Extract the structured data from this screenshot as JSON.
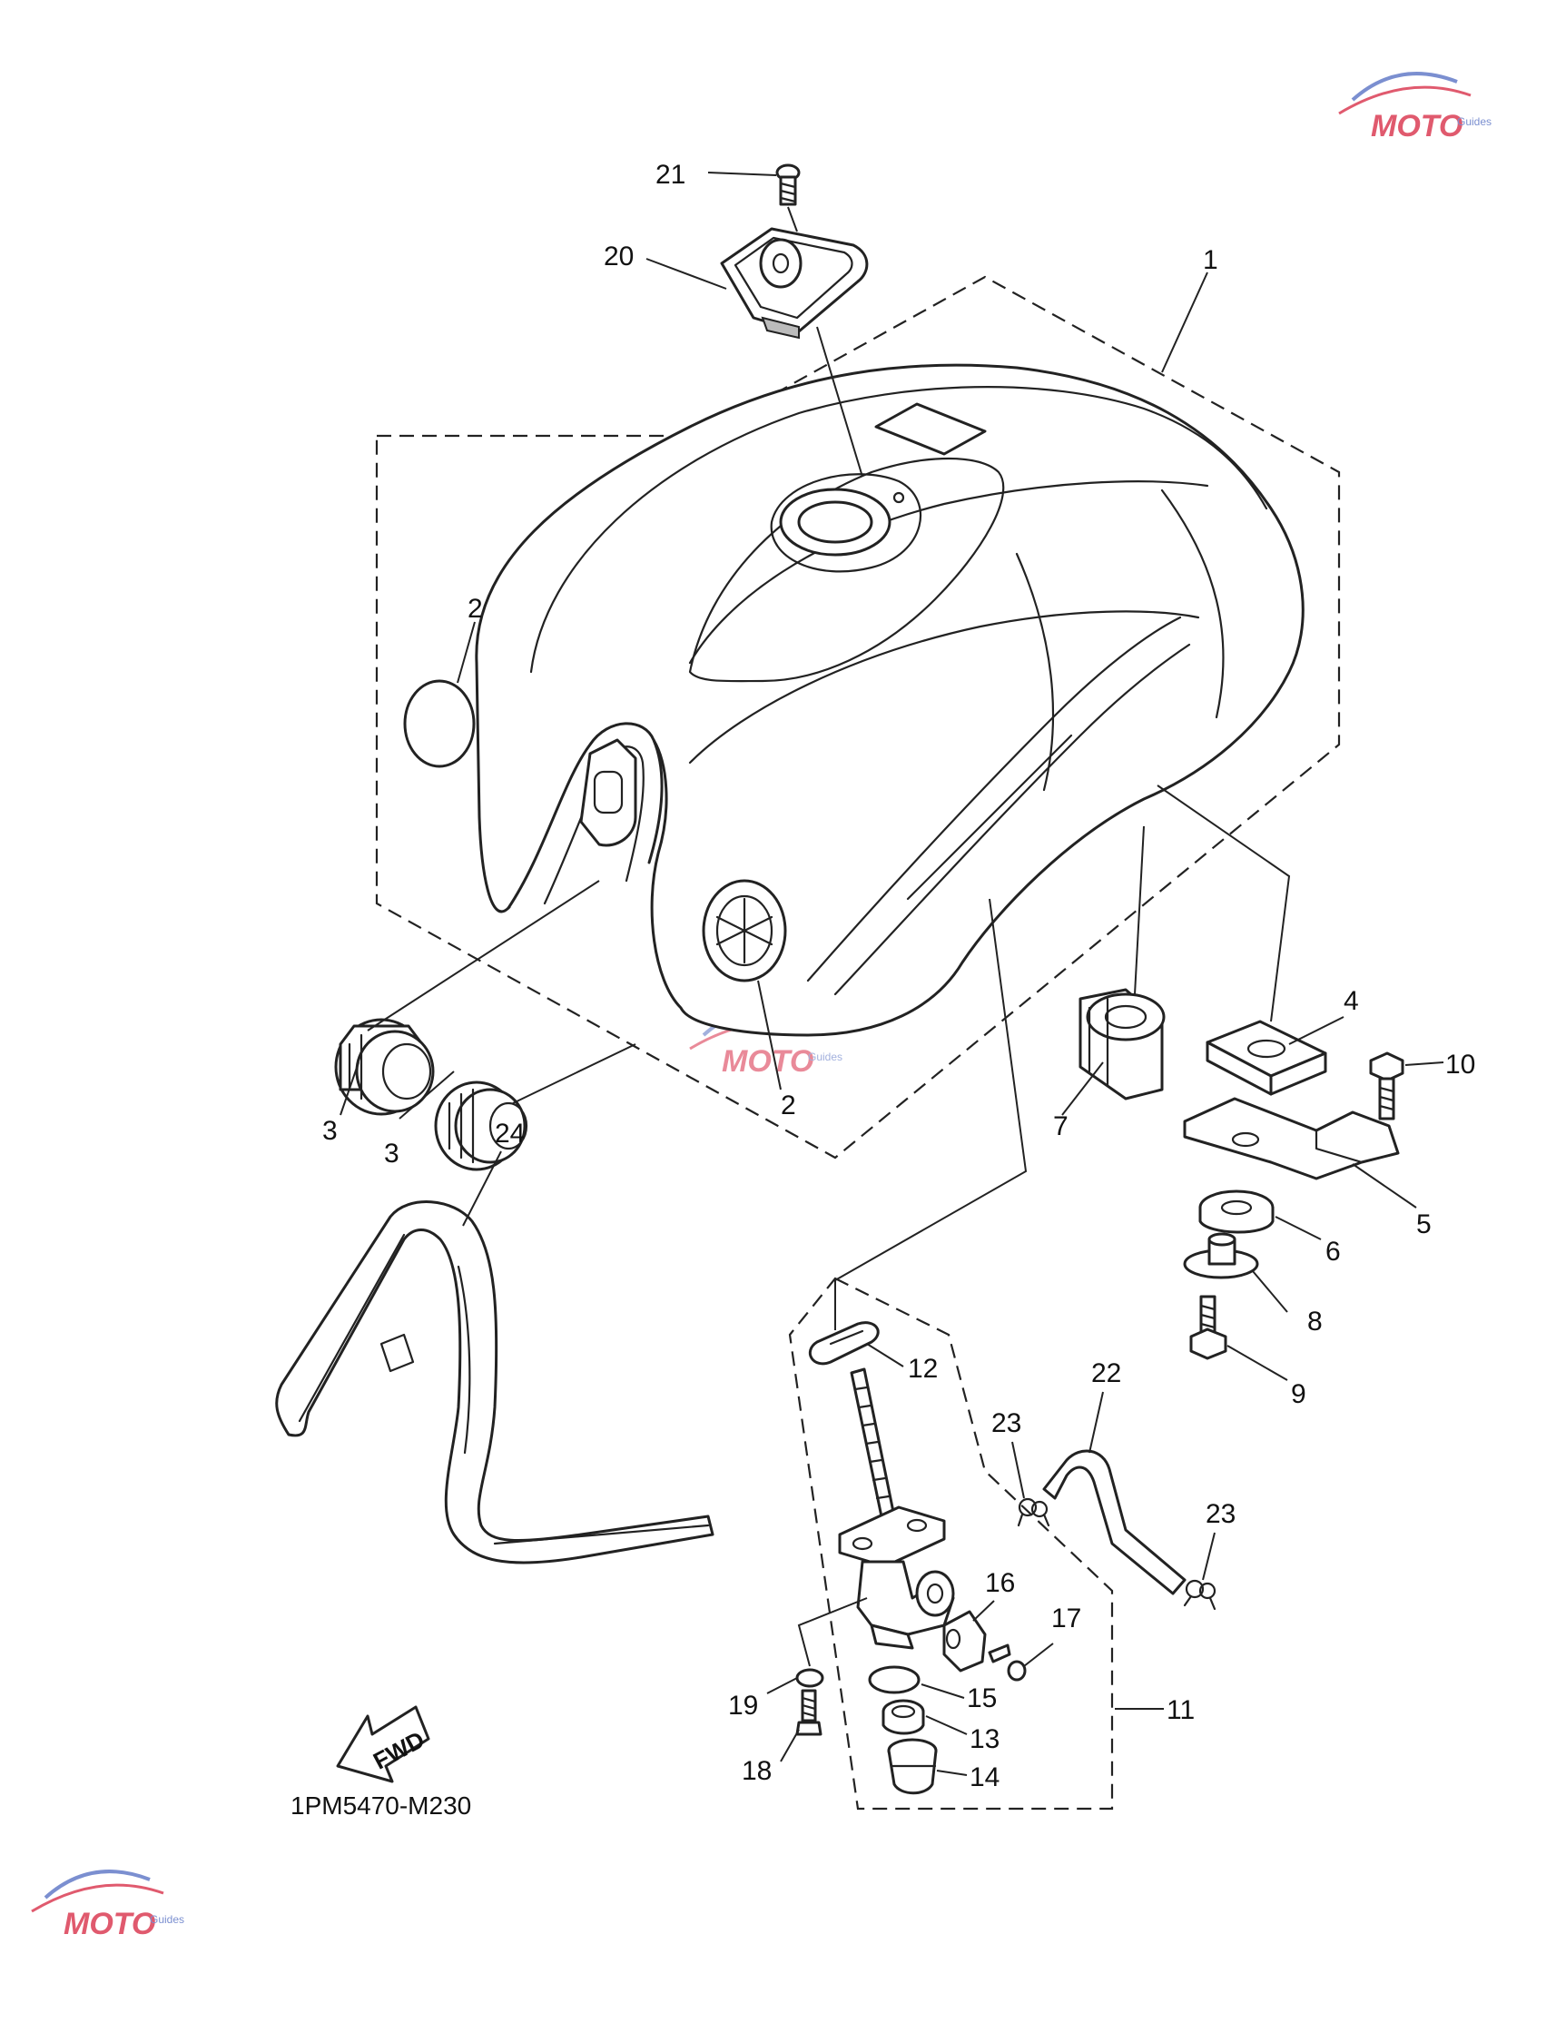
{
  "diagram_code": "1PM5470-M230",
  "fwd_label": "FWD",
  "watermark": {
    "brand": "MOTO",
    "sub": "Guides"
  },
  "callouts": [
    {
      "id": "c21",
      "text": "21"
    },
    {
      "id": "c20",
      "text": "20"
    },
    {
      "id": "c1",
      "text": "1"
    },
    {
      "id": "c2a",
      "text": "2"
    },
    {
      "id": "c2b",
      "text": "2"
    },
    {
      "id": "c3a",
      "text": "3"
    },
    {
      "id": "c3b",
      "text": "3"
    },
    {
      "id": "c24",
      "text": "24"
    },
    {
      "id": "c7",
      "text": "7"
    },
    {
      "id": "c4",
      "text": "4"
    },
    {
      "id": "c10",
      "text": "10"
    },
    {
      "id": "c5",
      "text": "5"
    },
    {
      "id": "c6",
      "text": "6"
    },
    {
      "id": "c8",
      "text": "8"
    },
    {
      "id": "c9",
      "text": "9"
    },
    {
      "id": "c12",
      "text": "12"
    },
    {
      "id": "c22",
      "text": "22"
    },
    {
      "id": "c23a",
      "text": "23"
    },
    {
      "id": "c23b",
      "text": "23"
    },
    {
      "id": "c16",
      "text": "16"
    },
    {
      "id": "c17",
      "text": "17"
    },
    {
      "id": "c15",
      "text": "15"
    },
    {
      "id": "c11",
      "text": "11"
    },
    {
      "id": "c19",
      "text": "19"
    },
    {
      "id": "c13",
      "text": "13"
    },
    {
      "id": "c18",
      "text": "18"
    },
    {
      "id": "c14",
      "text": "14"
    }
  ]
}
